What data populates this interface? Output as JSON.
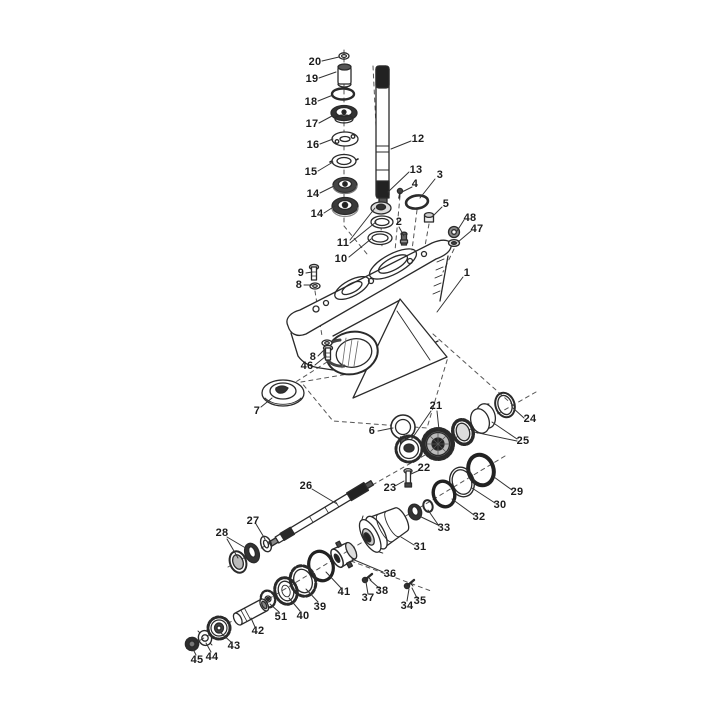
{
  "diagram": {
    "background": "#ffffff",
    "ink": "#2a2a2a",
    "description_colors": {
      "dark_fill": "#222222",
      "mid_gray": "#888888"
    }
  },
  "callouts": {
    "c1": "1",
    "c2": "2",
    "c3": "3",
    "c4": "4",
    "c5": "5",
    "c6": "6",
    "c7": "7",
    "c8a": "8",
    "c8b": "8",
    "c9": "9",
    "c10": "10",
    "c11": "11",
    "c12": "12",
    "c13": "13",
    "c14a": "14",
    "c14b": "14",
    "c15": "15",
    "c16": "16",
    "c17": "17",
    "c18": "18",
    "c19": "19",
    "c20": "20",
    "c21": "21",
    "c22": "22",
    "c23": "23",
    "c24": "24",
    "c25": "25",
    "c26": "26",
    "c27": "27",
    "c28": "28",
    "c29": "29",
    "c30": "30",
    "c31": "31",
    "c32": "32",
    "c33": "33",
    "c34": "34",
    "c35": "35",
    "c36": "36",
    "c37": "37",
    "c38": "38",
    "c39": "39",
    "c40": "40",
    "c41": "41",
    "c42": "42",
    "c43": "43",
    "c44": "44",
    "c45": "45",
    "c46": "46",
    "c47": "47",
    "c48": "48",
    "c51": "51"
  }
}
